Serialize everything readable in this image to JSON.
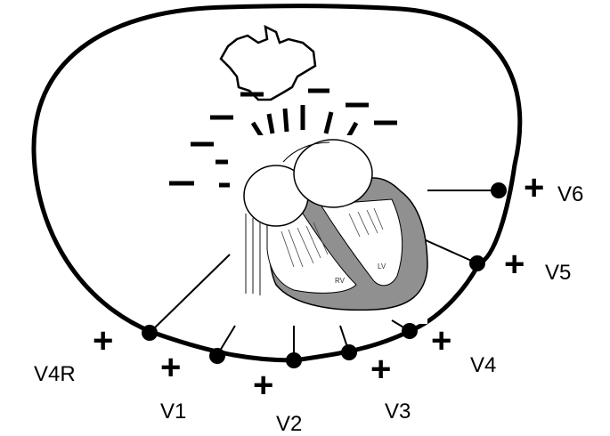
{
  "leads": [
    {
      "id": "V6",
      "label": "V6",
      "sign": "+"
    },
    {
      "id": "V5",
      "label": "V5",
      "sign": "+"
    },
    {
      "id": "V4",
      "label": "V4",
      "sign": "+"
    },
    {
      "id": "V3",
      "label": "V3",
      "sign": "+"
    },
    {
      "id": "V2",
      "label": "V2",
      "sign": "+"
    },
    {
      "id": "V1",
      "label": "V1",
      "sign": "+"
    },
    {
      "id": "V4R",
      "label": "V4R",
      "sign": "+"
    }
  ],
  "heart": {
    "rv_label": "RV",
    "lv_label": "LV"
  },
  "negative_sign": "–"
}
